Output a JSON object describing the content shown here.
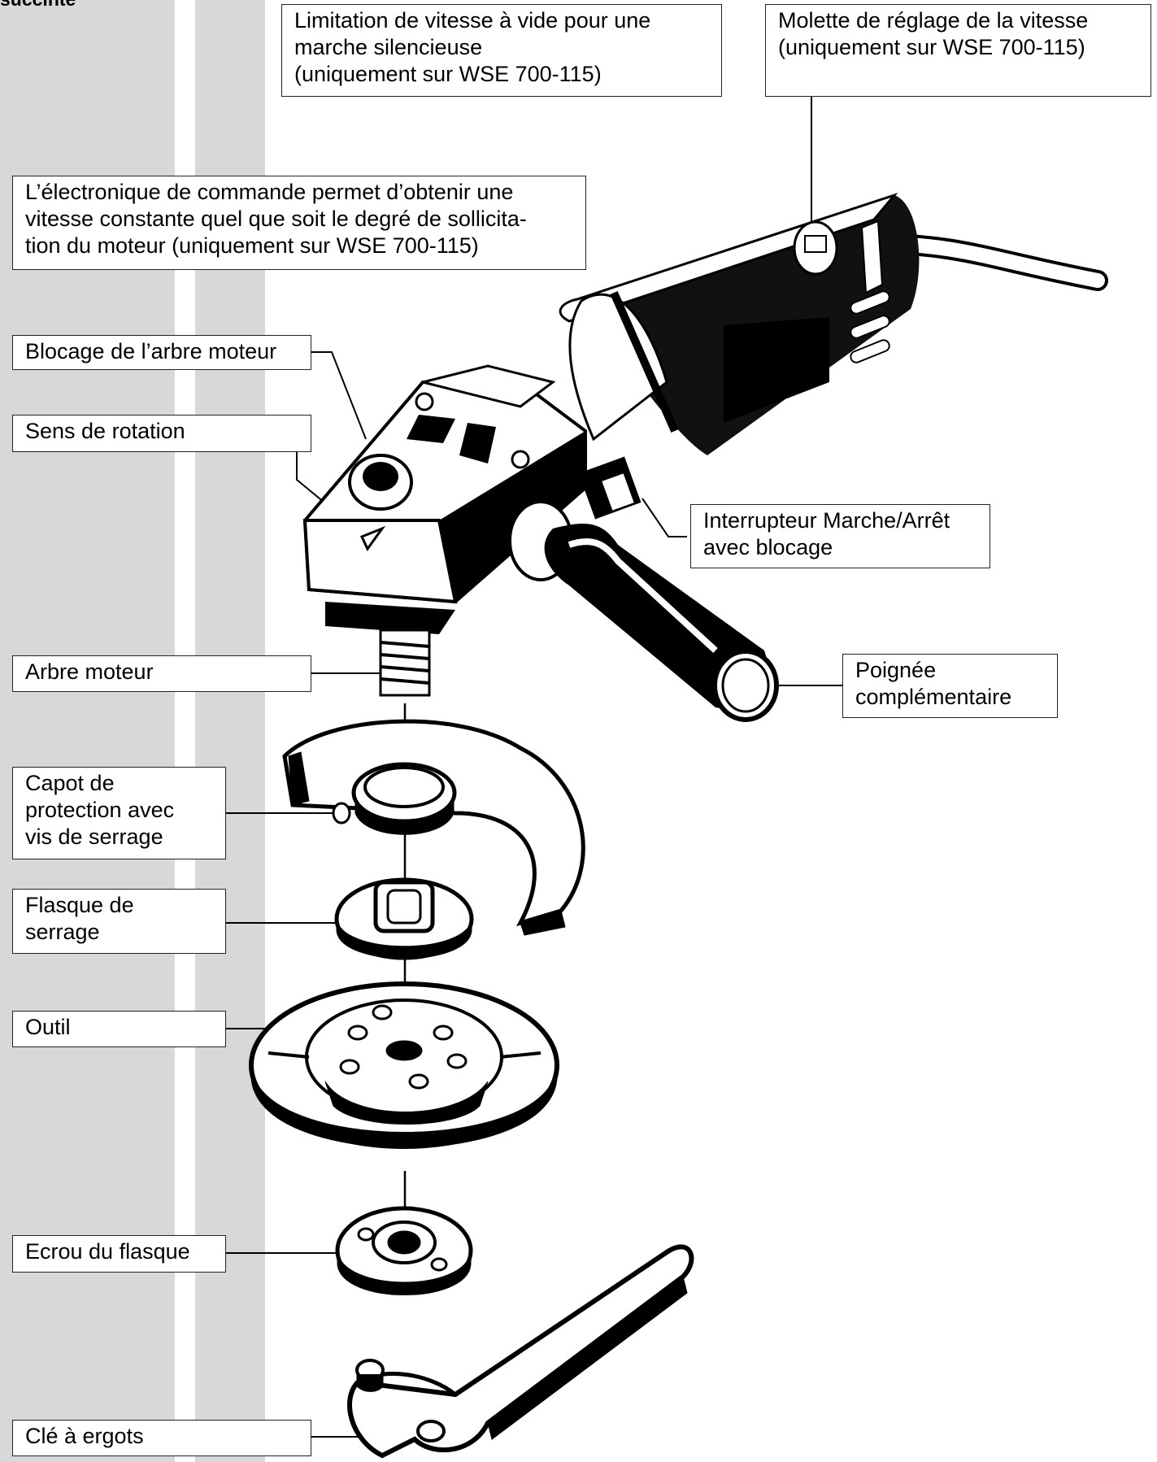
{
  "heading": "succinte",
  "labels": {
    "speed_limit": "Limitation de vitesse à vide pour une\nmarche silencieuse\n(uniquement sur WSE 700-115)",
    "speed_dial": "Molette de réglage de la vitesse\n(uniquement sur WSE 700-115)",
    "electronics": "L’électronique de commande permet d’obtenir une\nvitesse constante quel que soit le degré de sollicita-\ntion du moteur (uniquement sur WSE 700-115)",
    "spindle_lock": "Blocage de l’arbre moteur",
    "rotation": "Sens de rotation",
    "switch": "Interrupteur Marche/Arrêt\navec blocage",
    "spindle": "Arbre moteur",
    "aux_handle": "Poignée\ncomplémentaire",
    "guard": "Capot de\nprotection avec\nvis de serrage",
    "flange": "Flasque de\nserrage",
    "tool": "Outil",
    "nut": "Ecrou du flasque",
    "wrench": "Clé à ergots"
  },
  "colors": {
    "band": "#d8d8d8",
    "ink": "#000000",
    "paper": "#ffffff"
  }
}
